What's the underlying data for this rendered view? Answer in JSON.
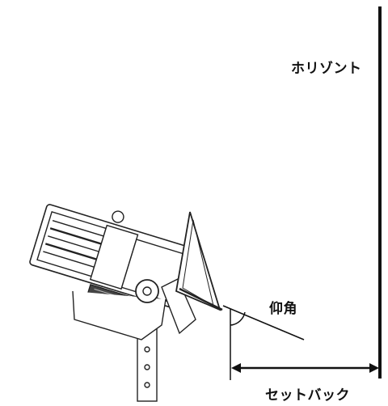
{
  "labels": {
    "horizont": "ホリゾント",
    "elevation_angle": "仰角",
    "setback": "セットバック"
  },
  "colors": {
    "line": "#111111",
    "background": "#ffffff"
  }
}
